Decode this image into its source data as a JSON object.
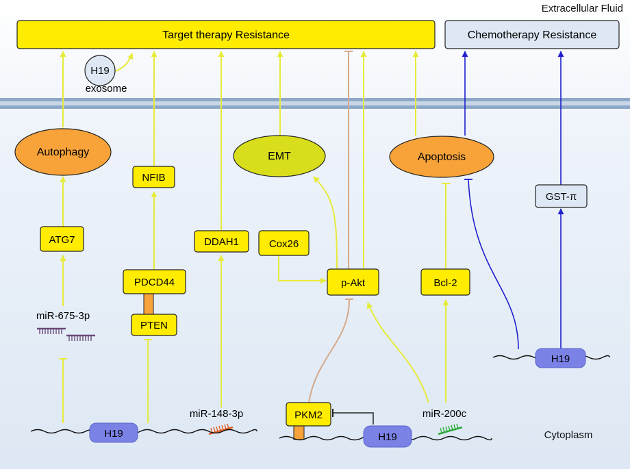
{
  "regions": {
    "extracellular": "Extracellular Fluid",
    "cytoplasm": "Cytoplasm"
  },
  "outcomes": {
    "target": "Target therapy Resistance",
    "chemo": "Chemotherapy Resistance"
  },
  "processes": {
    "autophagy": "Autophagy",
    "emt": "EMT",
    "apoptosis": "Apoptosis"
  },
  "nodes": {
    "atg7": "ATG7",
    "nfib": "NFIB",
    "pdcd44": "PDCD44",
    "pten": "PTEN",
    "ddah1": "DDAH1",
    "cox26": "Cox26",
    "pakt": "p-Akt",
    "bcl2": "Bcl-2",
    "gstpi": "GST-π",
    "pkm2": "PKM2"
  },
  "rna": {
    "h19_exosome_circle": "H19",
    "exosome": "exosome",
    "mir675": "miR-675-3p",
    "mir148": "miR-148-3p",
    "mir200c": "miR-200c",
    "h19_left": "H19",
    "h19_middle": "H19",
    "h19_right": "H19"
  },
  "colors": {
    "yellow_box": "#ffec00",
    "orange_ellipse": "#f7a33a",
    "green_ellipse": "#d9de1c",
    "h19_blue": "#7b82e6",
    "yellow_arrow": "#e6eb3a",
    "blue_arrow": "#1f1fcc",
    "tan_arrow": "#d4a98a",
    "chemo_box": "#dde8f4",
    "membrane": "#8ea8c8"
  }
}
